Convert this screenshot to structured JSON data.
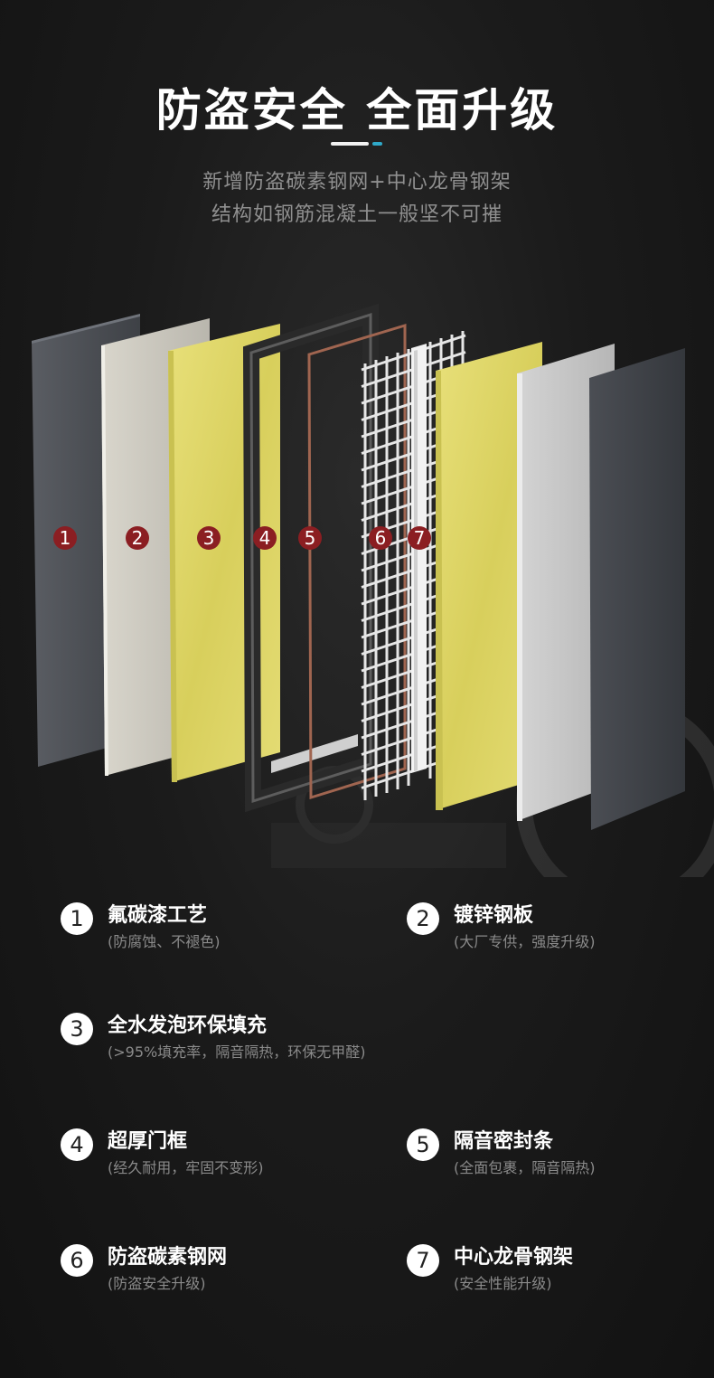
{
  "header": {
    "title": "防盗安全 全面升级",
    "subtitle_line1": "新增防盗碳素钢网+中心龙骨钢架",
    "subtitle_line2": "结构如钢筋混凝土一般坚不可摧",
    "accent_color": "#2fa9c9"
  },
  "layer_markers": [
    "1",
    "2",
    "3",
    "4",
    "5",
    "6",
    "7"
  ],
  "marker_color": "#8b1e22",
  "features": [
    {
      "number": "1",
      "title": "氟碳漆工艺",
      "desc": "(防腐蚀、不褪色)"
    },
    {
      "number": "2",
      "title": "镀锌钢板",
      "desc": "(大厂专供，强度升级)"
    },
    {
      "number": "3",
      "title": "全水发泡环保填充",
      "desc": "(>95%填充率，隔音隔热，环保无甲醛)"
    },
    {
      "number": "4",
      "title": "超厚门框",
      "desc": "(经久耐用，牢固不变形)"
    },
    {
      "number": "5",
      "title": "隔音密封条",
      "desc": "(全面包裹，隔音隔热)"
    },
    {
      "number": "6",
      "title": "防盗碳素钢网",
      "desc": "(防盗安全升级)"
    },
    {
      "number": "7",
      "title": "中心龙骨钢架",
      "desc": "(安全性能升级)"
    }
  ]
}
